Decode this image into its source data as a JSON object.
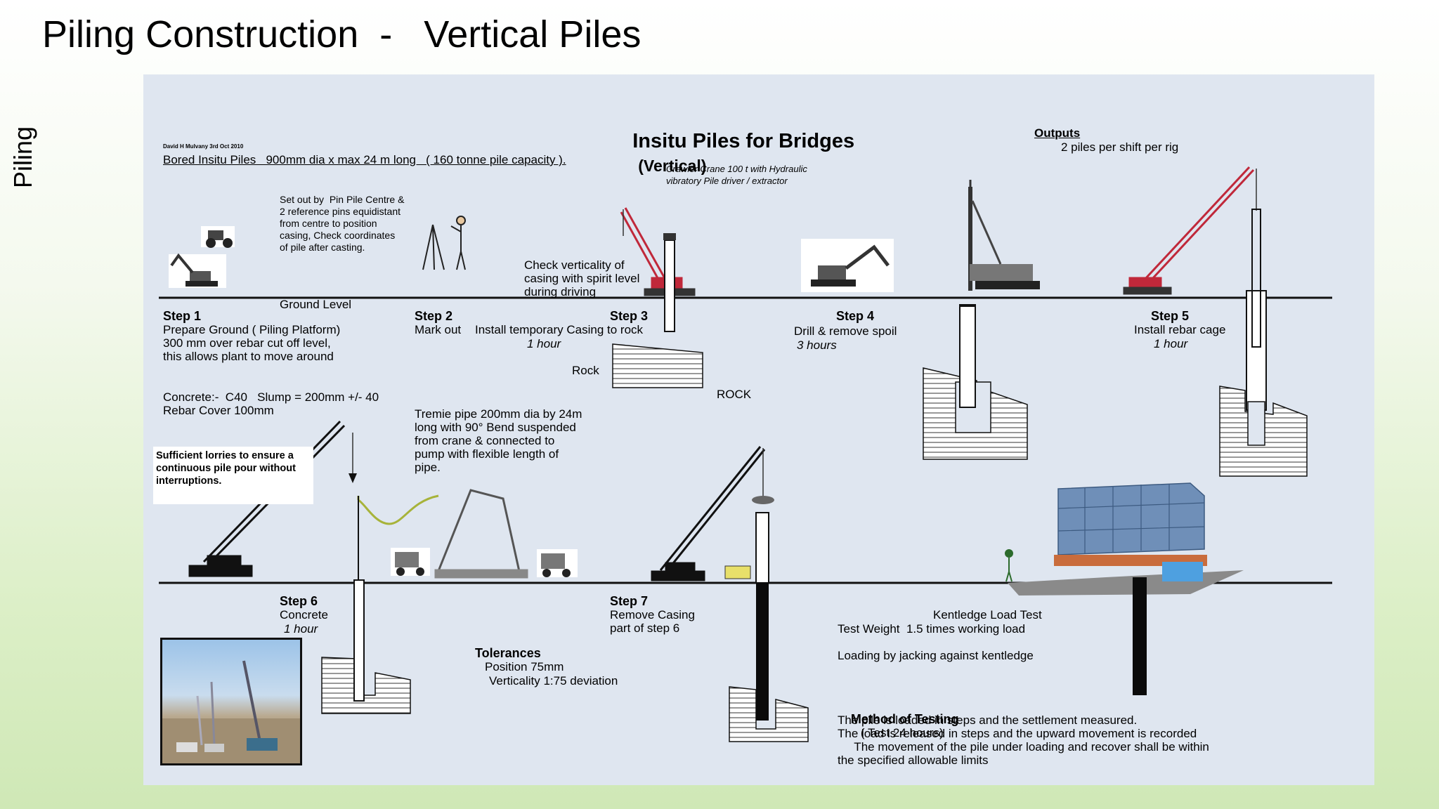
{
  "slide": {
    "title": "Piling Construction  -   Vertical Piles",
    "side_label": "Piling"
  },
  "diagram": {
    "title": "Insitu Piles for Bridges",
    "title_suffix": "(Vertical)",
    "author_note": "David H Mulvany 3rd Oct 2010",
    "subtitle": "Bored Insitu Piles   900mm dia x max 24 m long   ( 160 tonne pile capacity ).",
    "outputs_heading": "Outputs",
    "outputs_text": "2 piles per shift per rig",
    "ground_level": "Ground Level",
    "set_out_note": "Set out by  Pin Pile Centre &\n2 reference pins equidistant\nfrom centre to position\ncasing, Check coordinates\nof pile after casting.",
    "crane_note": "Crawler Crane 100 t with Hydraulic\nvibratory Pile driver / extractor",
    "verticality_note": "Check verticality of\ncasing with spirit level\nduring driving",
    "rock_label_small": "Rock",
    "rock_label": "ROCK",
    "step1": {
      "title": "Step 1",
      "text": "Prepare Ground ( Piling Platform)\n300 mm over rebar cut off level,\nthis allows plant to move around"
    },
    "step2": {
      "title": "Step 2",
      "text": "Mark out"
    },
    "step3": {
      "title": "Step 3",
      "text": "Install temporary Casing to rock",
      "time": "1 hour"
    },
    "step4": {
      "title": "Step 4",
      "text": "Drill & remove spoil",
      "time": "3 hours"
    },
    "step5": {
      "title": "Step 5",
      "text": "Install rebar cage",
      "time": "1 hour"
    },
    "step6": {
      "title": "Step 6",
      "text": "Concrete",
      "time": "1 hour"
    },
    "step7": {
      "title": "Step 7",
      "text": "Remove Casing\npart of step 6"
    },
    "concrete_spec": "Concrete:-  C40   Slump = 200mm +/- 40\nRebar Cover 100mm",
    "tremie_note": "Tremie pipe 200mm dia by 24m\nlong with 90° Bend suspended\nfrom crane & connected to\npump with flexible length of\npipe.",
    "lorries_note": "Sufficient lorries to ensure a\ncontinuous pile pour without\ninterruptions.",
    "tolerances": {
      "heading": "Tolerances",
      "position": "Position 75mm",
      "verticality": "Verticality 1:75 deviation"
    },
    "kentledge": {
      "heading": "Kentledge Load Test",
      "test_weight": "Test Weight  1.5 times working load",
      "loading": "Loading by jacking against kentledge"
    },
    "testing": {
      "heading": "Method of Testing",
      "duration": "( Test 24 hours)",
      "lines": "The pile is loaded in steps and the settlement measured.\nThe load is released in steps and the upward movement is recorded\n     The movement of the pile under loading and recover shall be within\nthe specified allowable limits"
    },
    "colors": {
      "panel_bg": "#dfe6f0",
      "crane_red": "#c0283a",
      "concrete_black": "#0b0b0b",
      "kentledge_blue": "#6f8fb8",
      "hose_green": "#a7b33a"
    }
  }
}
